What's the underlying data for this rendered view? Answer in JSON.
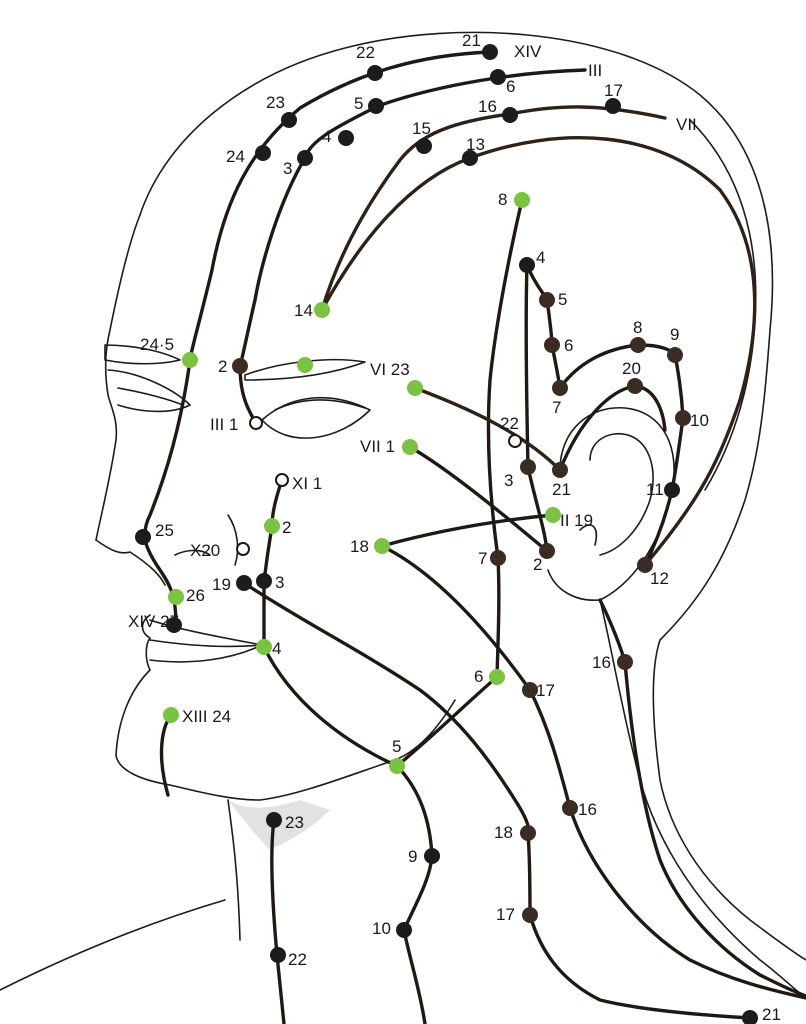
{
  "colors": {
    "green": "#7bc142",
    "black": "#1c1c1c",
    "brown": "#3a2c22",
    "hollow": "#ffffff",
    "line": "#1e1914"
  },
  "labels": {
    "xiv_top": "XIV",
    "iii_top": "III",
    "vii_top": "VII",
    "n21a": "21",
    "n22a": "22",
    "n6a": "6",
    "n17a": "17",
    "n23a": "23",
    "n5a": "5",
    "n16a": "16",
    "n4a": "4",
    "n15a": "15",
    "n24a": "24",
    "n3a": "3",
    "n13a": "13",
    "n8a": "8",
    "n4b": "4",
    "n5b": "5",
    "n14a": "14",
    "n8b": "8",
    "n9a": "9",
    "n6b": "6",
    "n24_5": "24·5",
    "n2a": "2",
    "n20a": "20",
    "vi_23": "VI  23",
    "n7a": "7",
    "n10a": "10",
    "iii_1": "III 1",
    "n22b": "22",
    "vii_1": "VII 1",
    "n3b": "3",
    "n21b": "21",
    "n11a": "11",
    "xi_1": "XI 1",
    "ii_19": "II 19",
    "n25a": "25",
    "n2b": "2",
    "x_20": "X20",
    "n18a": "18",
    "n7b": "7",
    "n2c": "2",
    "n12a": "12",
    "n19a": "19",
    "n3c": "3",
    "n26a": "26",
    "xiv_27": "XIV 27",
    "n4c": "4",
    "n16b": "16",
    "n6c": "6",
    "n17b": "17",
    "xiii_24": "XIII 24",
    "n5c": "5",
    "n16c": "16",
    "n23b": "23",
    "n18b": "18",
    "n9b": "9",
    "n17c": "17",
    "n10b": "10",
    "n22c": "22",
    "n21c": "21"
  }
}
